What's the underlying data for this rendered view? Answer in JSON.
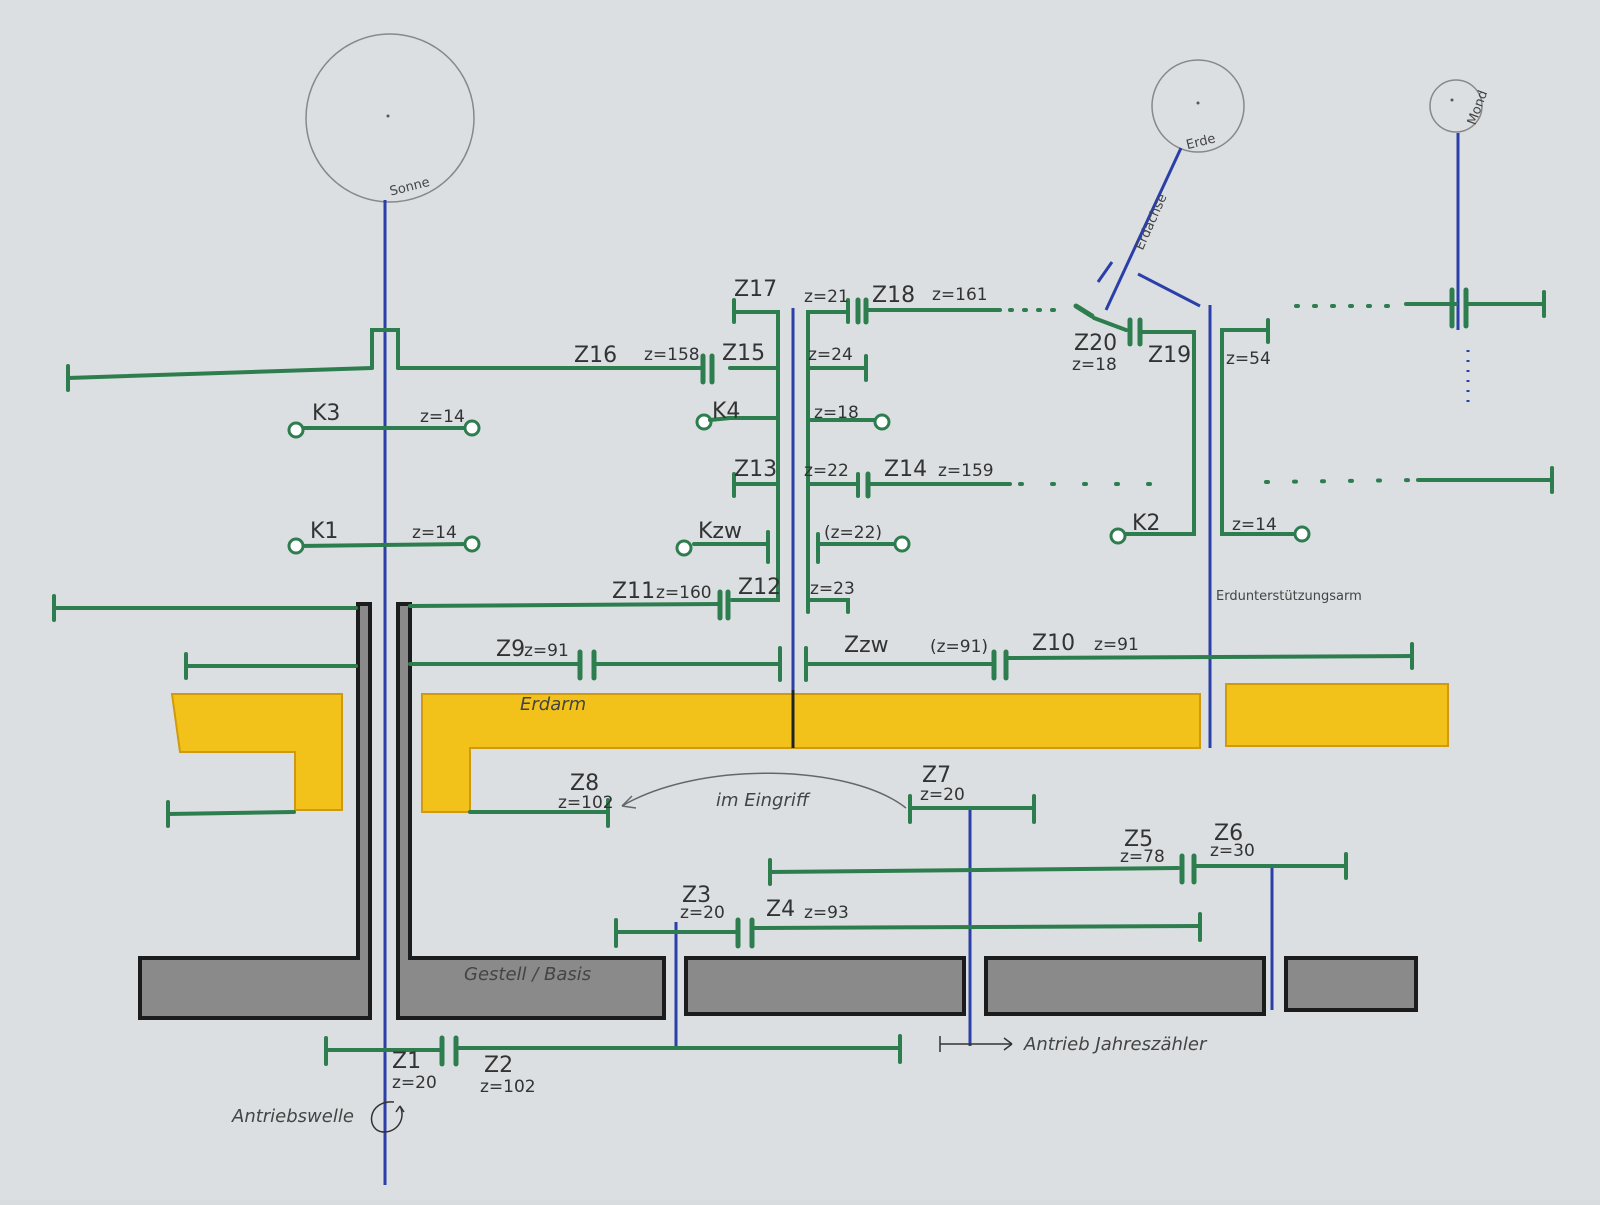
{
  "celestial": {
    "sun": "Sonne",
    "earth": "Erde",
    "moon": "Mond",
    "earth_axis": "Erdachse"
  },
  "parts": {
    "earth_arm": "Erdarm",
    "base": "Gestell / Basis",
    "earth_support_arm": "Erdunterstützungsarm",
    "drive_shaft": "Antriebswelle",
    "year_counter_drive": "Antrieb Jahreszähler",
    "meshing": "im Eingriff"
  },
  "gears": {
    "z1": {
      "name": "Z1",
      "teeth": "z=20"
    },
    "z2": {
      "name": "Z2",
      "teeth": "z=102"
    },
    "z3": {
      "name": "Z3",
      "teeth": "z=20"
    },
    "z4": {
      "name": "Z4",
      "teeth": "z=93"
    },
    "z5": {
      "name": "Z5",
      "teeth": "z=78"
    },
    "z6": {
      "name": "Z6",
      "teeth": "z=30"
    },
    "z7": {
      "name": "Z7",
      "teeth": "z=20"
    },
    "z8": {
      "name": "Z8",
      "teeth": "z=102"
    },
    "z9": {
      "name": "Z9",
      "teeth": "z=91"
    },
    "zzw_lower": {
      "name": "Zzw",
      "teeth": "(z=91)"
    },
    "z10": {
      "name": "Z10",
      "teeth": "z=91"
    },
    "z11": {
      "name": "Z11",
      "teeth": "z=160"
    },
    "z12": {
      "name": "Z12",
      "teeth": "z=23"
    },
    "kzw": {
      "name": "Kzw",
      "teeth": "(z=22)"
    },
    "z13": {
      "name": "Z13",
      "teeth": "z=22"
    },
    "z14": {
      "name": "Z14",
      "teeth": "z=159"
    },
    "k4": {
      "name": "K4",
      "teeth": "z=18"
    },
    "z15": {
      "name": "Z15",
      "teeth": "z=24"
    },
    "z16": {
      "name": "Z16",
      "teeth": "z=158"
    },
    "z17": {
      "name": "Z17",
      "teeth": "z=21"
    },
    "z18": {
      "name": "Z18",
      "teeth": "z=161"
    },
    "z19": {
      "name": "Z19",
      "teeth": "z=54"
    },
    "z20": {
      "name": "Z20",
      "teeth": "z=18"
    },
    "k1": {
      "name": "K1",
      "teeth": "z=14"
    },
    "k3": {
      "name": "K3",
      "teeth": "z=14"
    },
    "k2": {
      "name": "K2",
      "teeth": "z=14"
    }
  },
  "colors": {
    "gear": "#2e7d4f",
    "axle": "#2a3fa8",
    "earth_arm": "#f2c21a",
    "base": "#8a8a8a"
  }
}
